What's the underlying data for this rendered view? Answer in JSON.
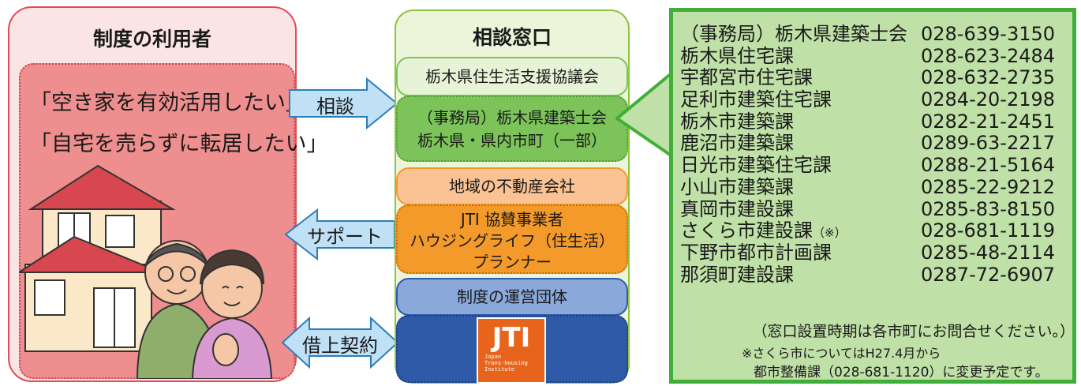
{
  "left": {
    "title": "制度の利用者",
    "wishes": [
      "「空き家を有効活用したい」",
      "「自宅を売らずに転居したい」"
    ]
  },
  "arrows": {
    "consult": "相談",
    "support": "サポート",
    "lease": "借上契約"
  },
  "center": {
    "title": "相談窓口",
    "council_header": "栃木県住生活支援協議会",
    "council_body": [
      "（事務局）栃木県建築士会",
      "栃木県・県内市町（一部）"
    ],
    "realestate_header": "地域の不動産会社",
    "realestate_body": [
      "JTI 協賛事業者",
      "ハウジングライフ（住生活）",
      "プランナー"
    ],
    "operator_header": "制度の運営団体",
    "logo_text": "JTI",
    "logo_sub": [
      "Japan",
      "Trans-housing",
      "Institute"
    ]
  },
  "contacts": [
    {
      "name": "（事務局）栃木県建築士会",
      "phone": "028-639-3150"
    },
    {
      "name": "栃木県住宅課",
      "phone": "028-623-2484"
    },
    {
      "name": "宇都宮市住宅課",
      "phone": "028-632-2735"
    },
    {
      "name": "足利市建築住宅課",
      "phone": "0284-20-2198"
    },
    {
      "name": "栃木市建築課",
      "phone": "0282-21-2451"
    },
    {
      "name": "鹿沼市建築課",
      "phone": "0289-63-2217"
    },
    {
      "name": "日光市建築住宅課",
      "phone": "0288-21-5164"
    },
    {
      "name": "小山市建築課",
      "phone": "0285-22-9212"
    },
    {
      "name": "真岡市建設課",
      "phone": "0285-83-8150"
    },
    {
      "name": "さくら市建設課",
      "note": "（※）",
      "phone": "028-681-1119"
    },
    {
      "name": "下野市都市計画課",
      "phone": "0285-48-2114"
    },
    {
      "name": "那須町建設課",
      "phone": "0287-72-6907"
    }
  ],
  "notes": {
    "window": "（窓口設置時期は各市町にお問合せください。）",
    "sakura_line1": "※さくら市についてはH27.4月から",
    "sakura_line2": "都市整備課（028-681-1120）に変更予定です。"
  },
  "colors": {
    "left_border": "#e24c57",
    "left_fill": "#ee8e8e",
    "center_border": "#8cc63f",
    "council_green": "#7cc35a",
    "realestate_orange": "#f39a2b",
    "operator_blue": "#2f5aa8",
    "contact_fill": "#bfe0a6",
    "contact_border": "#3faf3a",
    "arrow_fill": "#bfe0f5",
    "logo_orange": "#e8641c"
  }
}
